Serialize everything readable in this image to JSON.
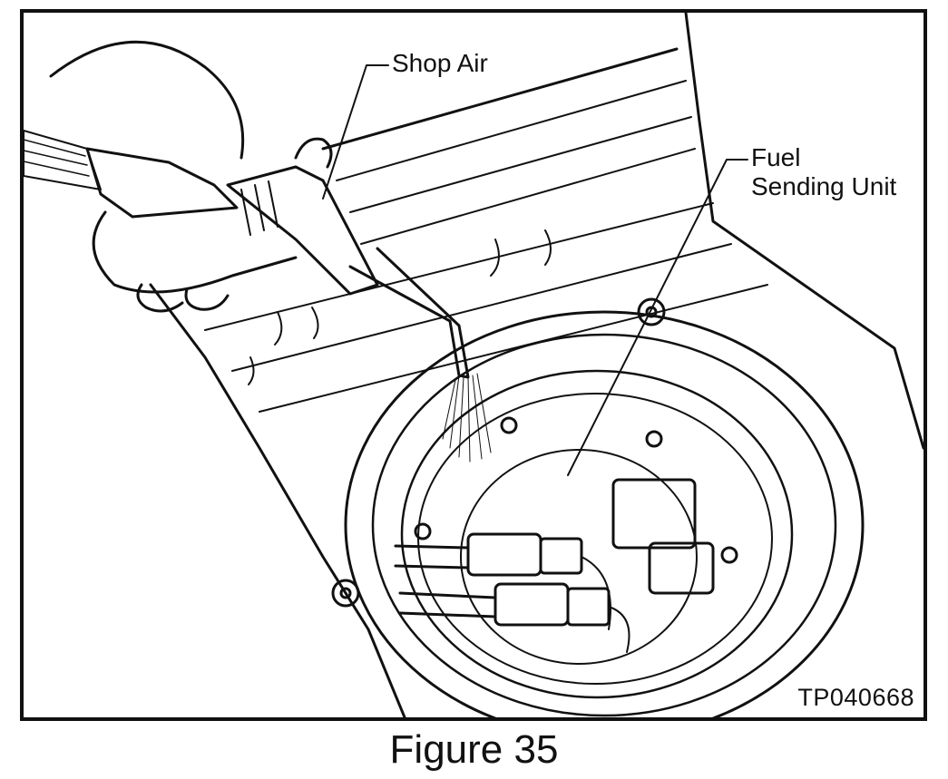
{
  "callouts": {
    "shop_air": "Shop Air",
    "fuel_sending_unit_line1": "Fuel",
    "fuel_sending_unit_line2": "Sending Unit"
  },
  "figure_code": "TP040668",
  "figure_caption": "Figure 35",
  "colors": {
    "line": "#111111",
    "background": "#ffffff"
  }
}
